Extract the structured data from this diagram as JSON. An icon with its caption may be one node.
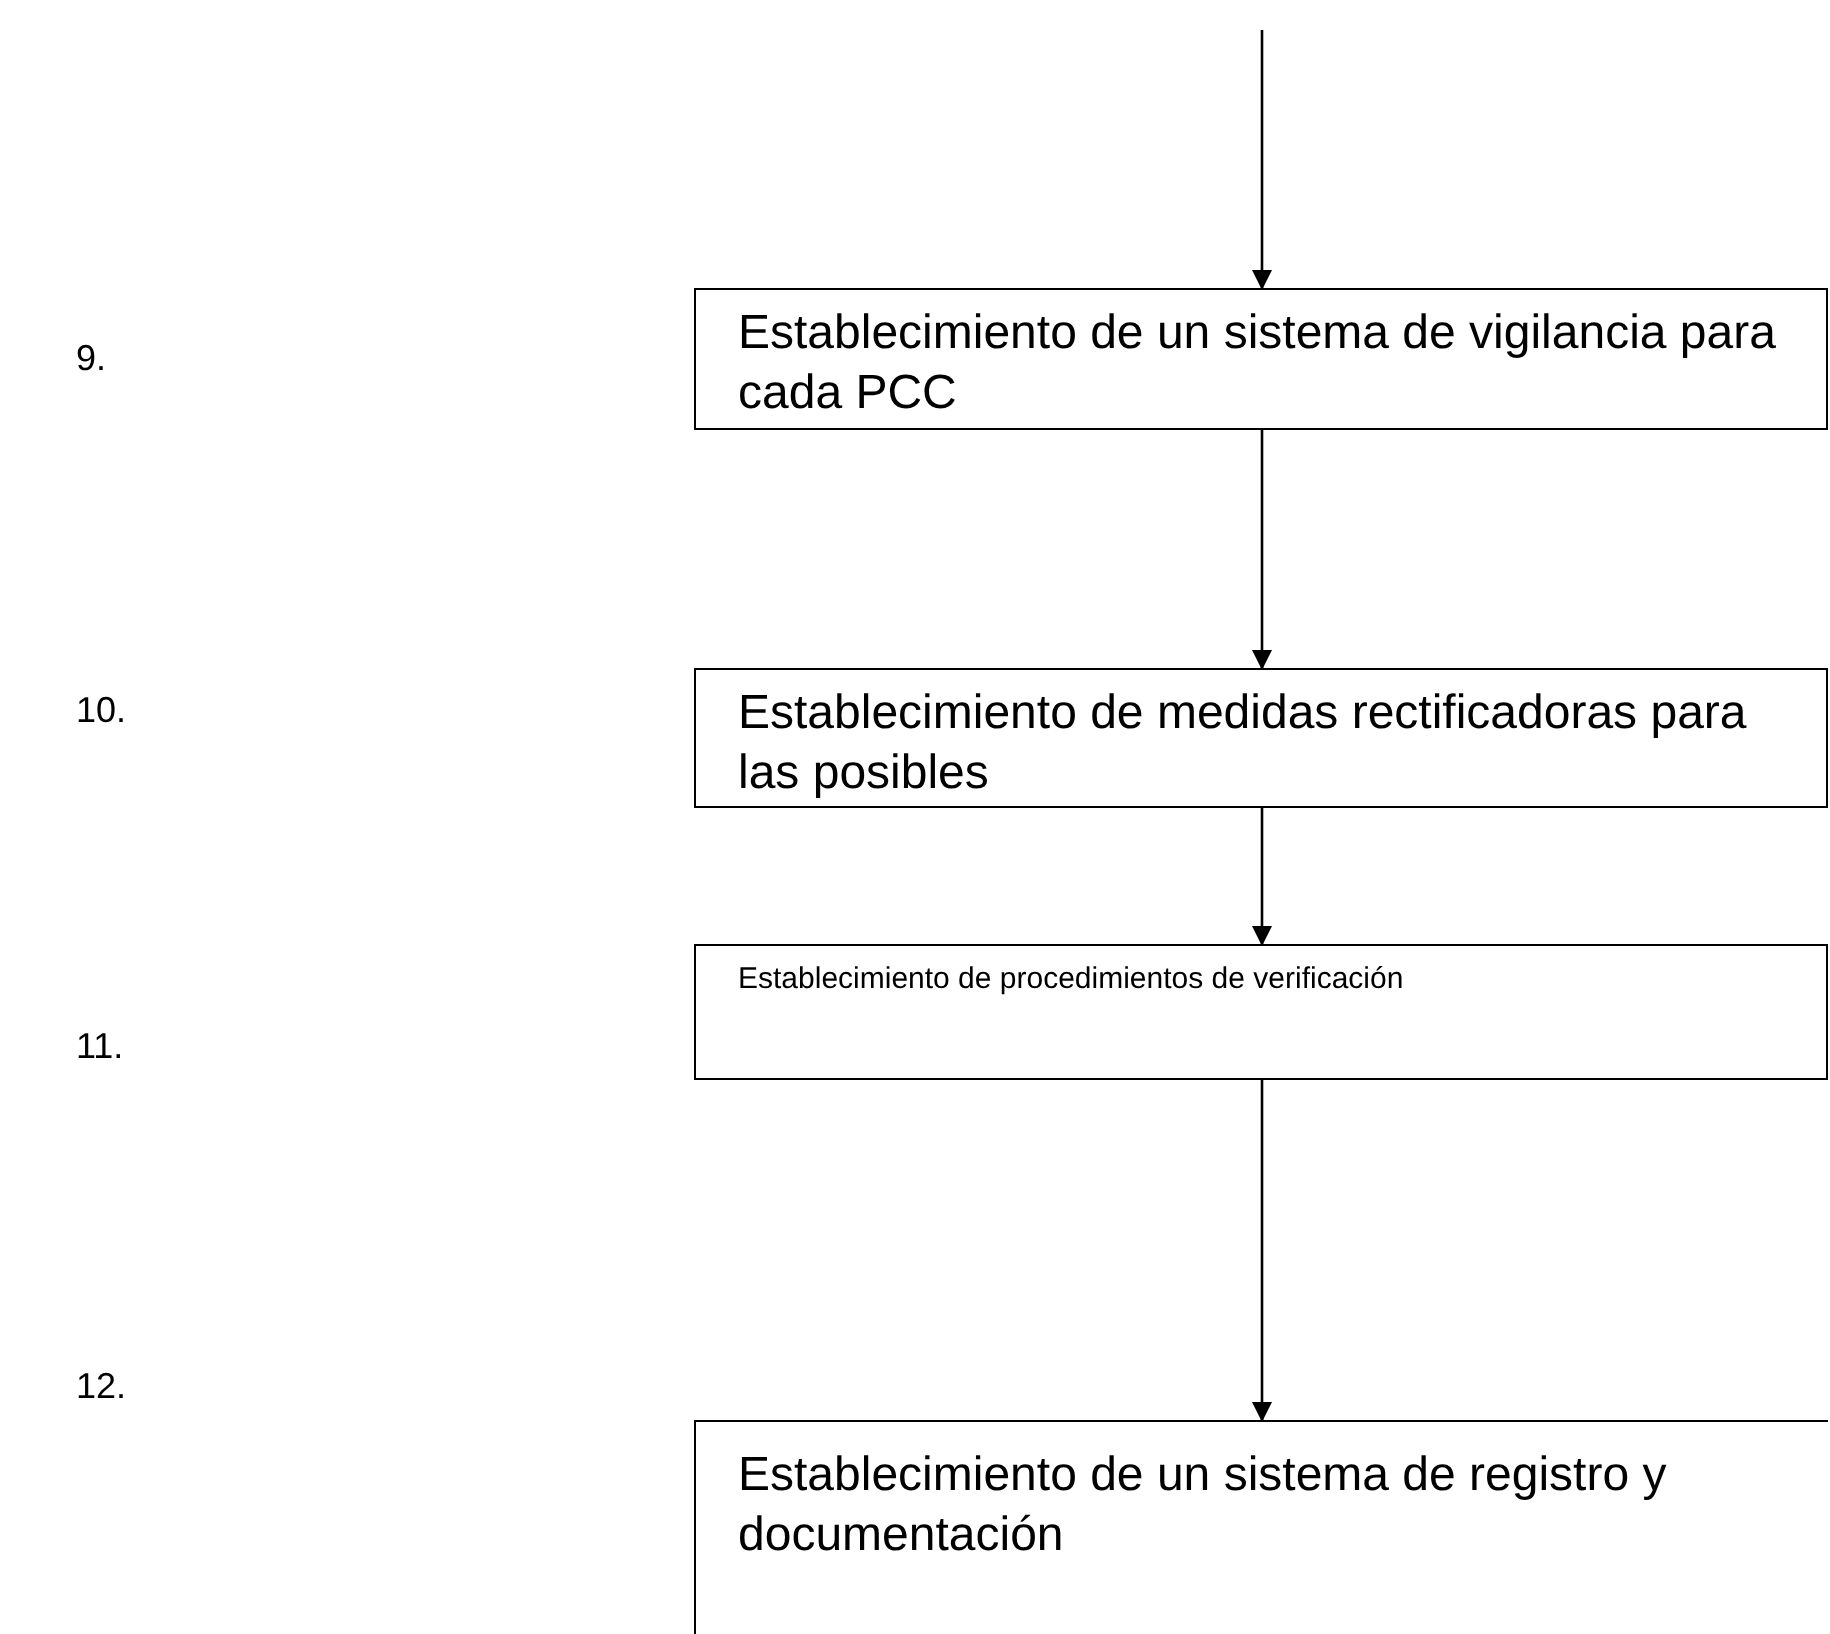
{
  "diagram": {
    "nodes": [
      {
        "text": [
          "Establecimiento de un sistema de vigilancia para cada PCC"
        ]
      },
      {
        "text": [
          "Establecimiento de medidas rectificadoras para las posibles"
        ]
      },
      {
        "text": [
          "Establecimiento de procedimientos de verificación"
        ]
      },
      {
        "text": [
          "Establecimiento de un sistema de registro y documentación"
        ]
      }
    ],
    "edges": [
      {
        "from": null,
        "to": 0,
        "arrow": "to"
      },
      {
        "from": 0,
        "to": 1,
        "arrow": "to"
      },
      {
        "from": 1,
        "to": 2,
        "arrow": "to"
      },
      {
        "from": 2,
        "to": 3,
        "arrow": "to"
      }
    ],
    "labels": [
      "9.",
      "10.",
      "11.",
      "12."
    ]
  }
}
